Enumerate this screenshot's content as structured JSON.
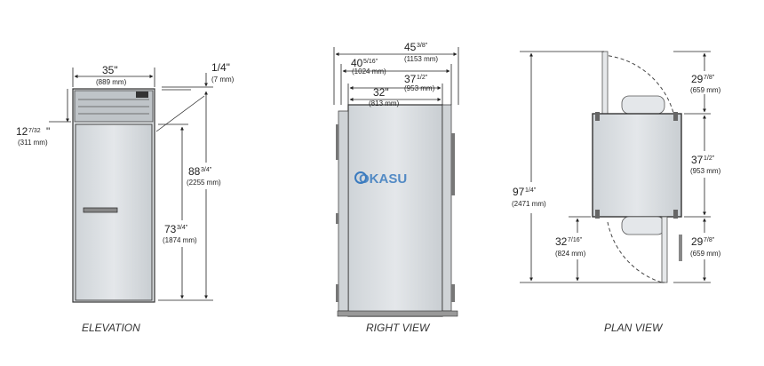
{
  "elevation": {
    "caption": "ELEVATION",
    "width_in": "35\"",
    "width_mm": "(889 mm)",
    "top_gap_in": "1/4\"",
    "top_gap_mm": "(7 mm)",
    "left_in": "12",
    "left_frac": "7/32",
    "left_mm": "(311 mm)",
    "height_in": "88",
    "height_frac": "3/4\"",
    "height_mm": "(2255 mm)",
    "door_in": "73",
    "door_frac": "3/4\"",
    "door_mm": "(1874 mm)"
  },
  "right_view": {
    "caption": "RIGHT VIEW",
    "overall_in": "45",
    "overall_frac": "3/8\"",
    "overall_mm": "(1153 mm)",
    "d1_in": "40",
    "d1_frac": "5/16\"",
    "d1_mm": "(1024 mm)",
    "d2_in": "37",
    "d2_frac": "1/2\"",
    "d2_mm": "(953 mm)",
    "d3_in": "32\"",
    "d3_mm": "(813 mm)"
  },
  "plan_view": {
    "caption": "PLAN VIEW",
    "total_in": "97",
    "total_frac": "1/4\"",
    "total_mm": "(2471 mm)",
    "top_in": "29",
    "top_frac": "7/8\"",
    "top_mm": "(659 mm)",
    "mid_in": "37",
    "mid_frac": "1/2\"",
    "mid_mm": "(953 mm)",
    "bot_in": "29",
    "bot_frac": "7/8\"",
    "bot_mm": "(659 mm)",
    "left_in": "32",
    "left_frac": "7/16\"",
    "left_mm": "(824 mm)"
  },
  "watermark": {
    "text": "OKASU"
  },
  "colors": {
    "line": "#222222",
    "panel": "#d9dde0",
    "frame": "#555555"
  }
}
